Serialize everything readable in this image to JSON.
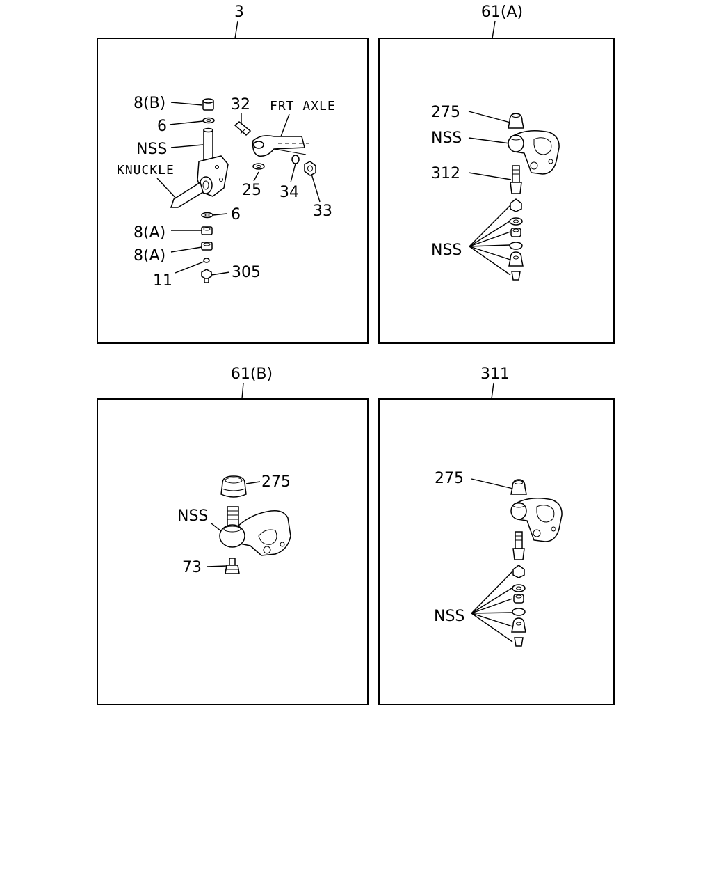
{
  "panels": [
    {
      "id": "3",
      "title": "3",
      "labels": {
        "l8b": "8(B)",
        "l6a": "6",
        "lnss": "NSS",
        "lknuckle": "KNUCKLE",
        "l32": "32",
        "lfrt": "FRT AXLE",
        "l25": "25",
        "l34": "34",
        "l33": "33",
        "l6b": "6",
        "l8a1": "8(A)",
        "l8a2": "8(A)",
        "l11": "11",
        "l305": "305"
      }
    },
    {
      "id": "61a",
      "title": "61(A)",
      "labels": {
        "l275": "275",
        "lnss1": "NSS",
        "l312": "312",
        "lnss2": "NSS"
      }
    },
    {
      "id": "61b",
      "title": "61(B)",
      "labels": {
        "l275": "275",
        "lnss": "NSS",
        "l73": "73"
      }
    },
    {
      "id": "311",
      "title": "311",
      "labels": {
        "l275": "275",
        "lnss": "NSS"
      }
    }
  ]
}
